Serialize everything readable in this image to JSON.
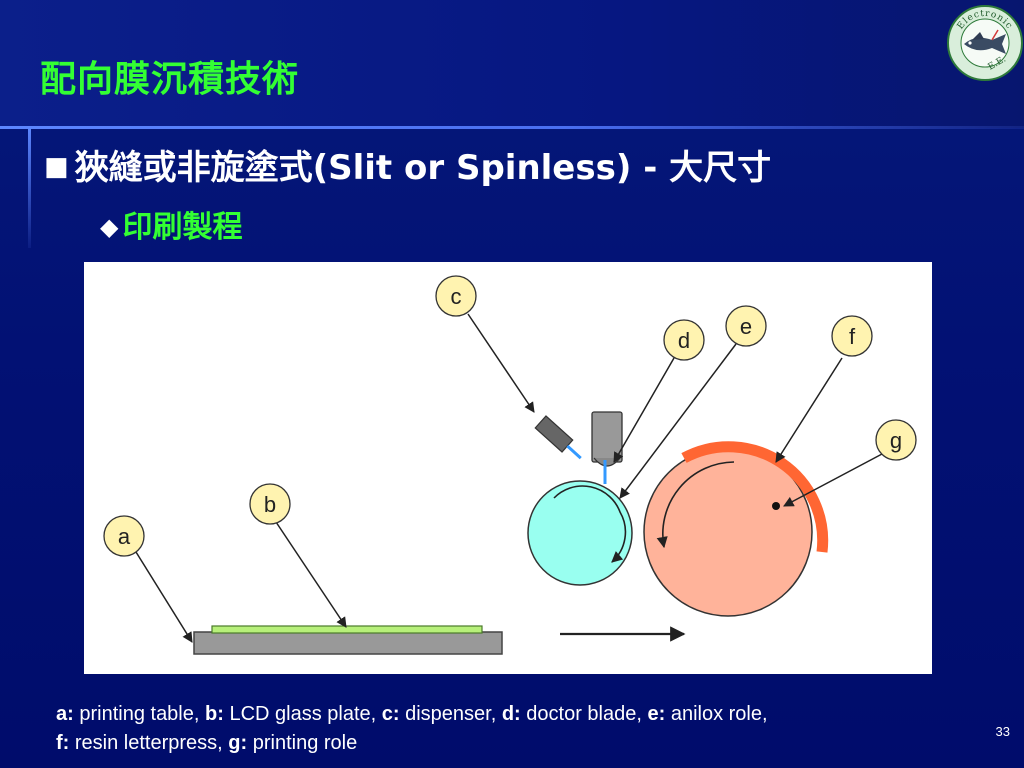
{
  "slide": {
    "title": "配向膜沉積技術",
    "bullet1": "狹縫或非旋塗式(Slit or Spinless)  -  大尺寸",
    "bullet2": "印刷製程",
    "page_number": "33"
  },
  "logo": {
    "ring_text": "Electronic",
    "bottom_text": "E.E.",
    "icon": "fish-emblem-icon"
  },
  "diagram": {
    "labels": {
      "a": "a",
      "b": "b",
      "c": "c",
      "d": "d",
      "e": "e",
      "f": "f",
      "g": "g"
    },
    "colors": {
      "label_fill": "#fff3b0",
      "anilox": "#99fff0",
      "printing_roll": "#ffb39a",
      "resin_plate": "#ff6633",
      "glass": "#b7f07a",
      "table": "#999999"
    }
  },
  "caption": {
    "items": [
      {
        "key": "a:",
        "text": " printing table, "
      },
      {
        "key": "b:",
        "text": " LCD glass plate, "
      },
      {
        "key": "c:",
        "text": " dispenser, "
      },
      {
        "key": "d:",
        "text": " doctor blade, "
      },
      {
        "key": "e:",
        "text": " anilox role,"
      },
      {
        "key": "f:",
        "text": " resin letterpress, "
      },
      {
        "key": "g:",
        "text": " printing role"
      }
    ]
  }
}
